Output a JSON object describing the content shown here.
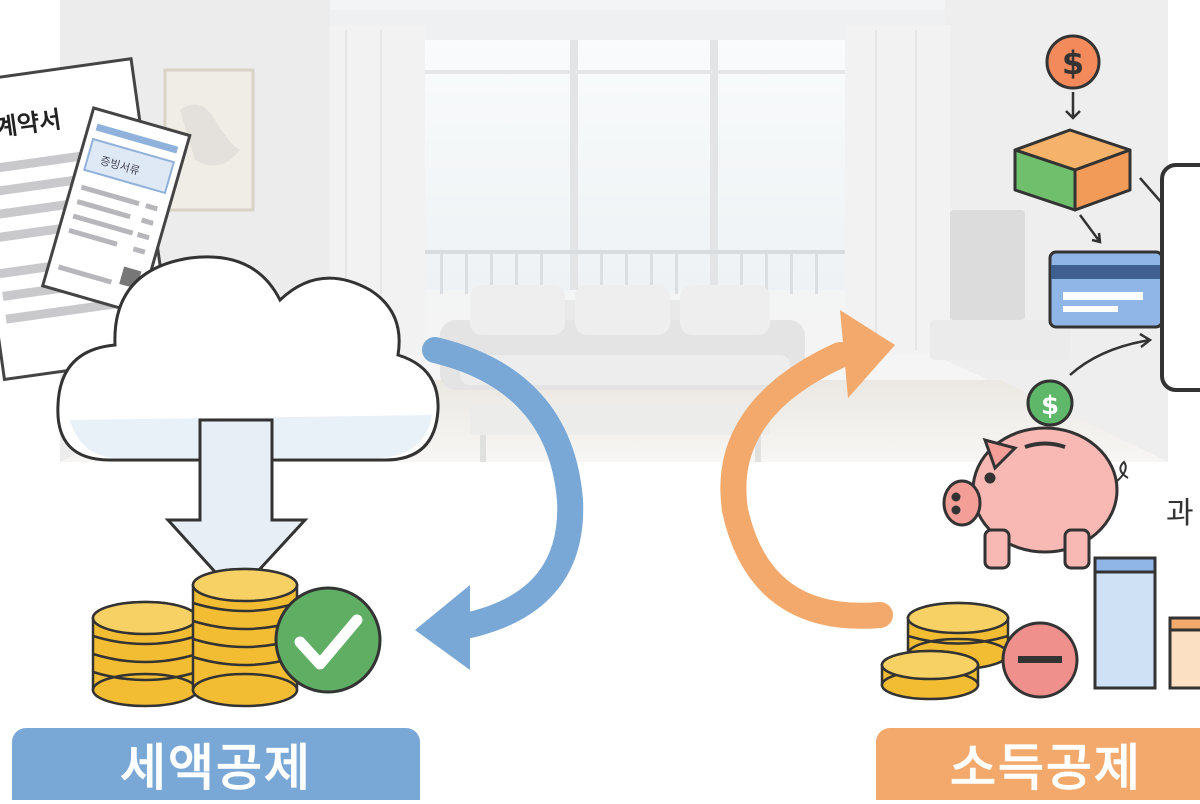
{
  "document": {
    "title": "계약서",
    "receipt_text": "증빙서류"
  },
  "labels": {
    "left": "세액공제",
    "right": "소득공제",
    "cut_text": "과"
  },
  "icons": {
    "cloud": "cloud-download-icon",
    "check": "check-badge-icon",
    "minus": "minus-badge-icon",
    "dollar": "dollar-coin-icon",
    "piggy": "piggy-bank-icon",
    "card": "credit-card-icon",
    "box": "box-icon",
    "phone": "smartphone-icon"
  },
  "colors": {
    "blue_accent": "#7aa8d6",
    "orange_accent": "#f2a96b",
    "check_green": "#5fae64",
    "minus_red": "#f0908d",
    "coin_gold": "#f5c742"
  }
}
